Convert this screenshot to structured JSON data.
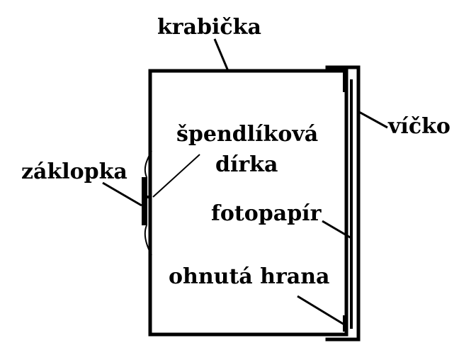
{
  "labels": {
    "box": "krabička",
    "lid": "víčko",
    "pinhole_line1": "špendlíková",
    "pinhole_line2": "dírka",
    "flap": "záklopka",
    "photopaper": "fotopapír",
    "bent_edge": "ohnutá hrana"
  }
}
